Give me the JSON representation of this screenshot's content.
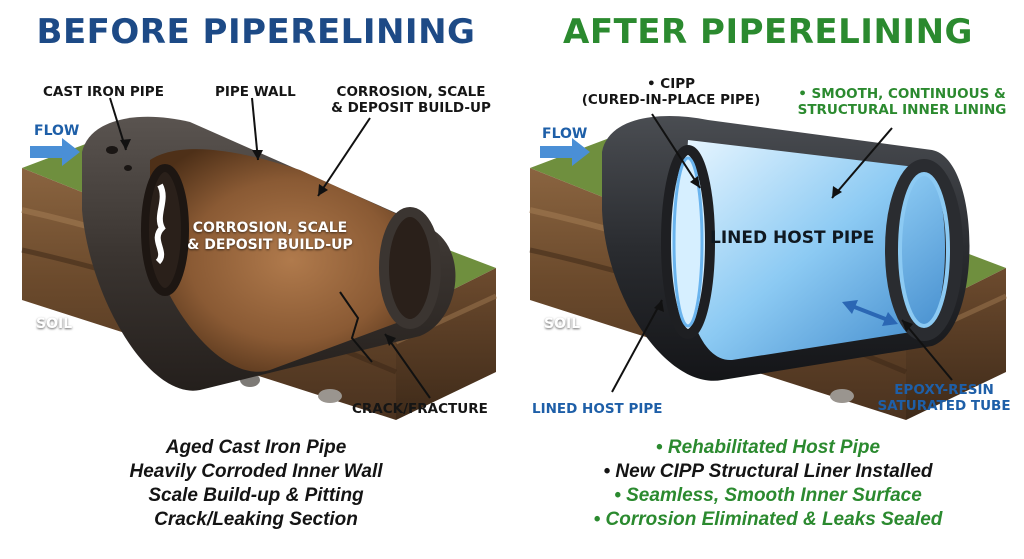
{
  "left": {
    "title": "BEFORE PIPERELINING",
    "labels": {
      "cast_iron_pipe": "CAST IRON PIPE",
      "pipe_wall": "PIPE WALL",
      "corrosion_top_1": "CORROSION, SCALE",
      "corrosion_top_2": "& DEPOSIT BUILD-UP",
      "flow": "FLOW",
      "corrosion_inside_1": "CORROSION, SCALE",
      "corrosion_inside_2": "& DEPOSIT BUILD-UP",
      "soil": "SOIL",
      "crack": "CRACK/FRACTURE"
    },
    "bullets": [
      "Aged Cast Iron Pipe",
      "Heavily Corroded Inner Wall",
      "Scale Build-up & Pitting",
      "Crack/Leaking Section"
    ]
  },
  "right": {
    "title": "AFTER PIPERELINING",
    "labels": {
      "cipp_1": "• CIPP",
      "cipp_2": "(CURED-IN-PLACE PIPE)",
      "smooth_1": "• SMOOTH, CONTINUOUS &",
      "smooth_2": "STRUCTURAL INNER LINING",
      "flow": "FLOW",
      "lined_inside": "LINED HOST PIPE",
      "soil": "SOIL",
      "lined_bottom": "LINED HOST PIPE",
      "epoxy_1": "EPOXY-RESIN",
      "epoxy_2": "SATURATED TUBE"
    },
    "bullets": [
      {
        "text": "• Rehabilitated Host Pipe",
        "color": "#2b8a2f"
      },
      {
        "text": "• New CIPP Structural Liner Installed",
        "color": "#141414"
      },
      {
        "text": "• Seamless, Smooth Inner Surface",
        "color": "#2b8a2f"
      },
      {
        "text": "• Corrosion Eliminated & Leaks Sealed",
        "color": "#2b8a2f"
      }
    ]
  },
  "colors": {
    "before_title": "#1d4a86",
    "after_title": "#2b8a2f",
    "flow_arrow": "#4a8fd6",
    "rust": "#8a5a34",
    "liner_blue": "#8ccaf3",
    "soil_brown": "#7a5434"
  }
}
